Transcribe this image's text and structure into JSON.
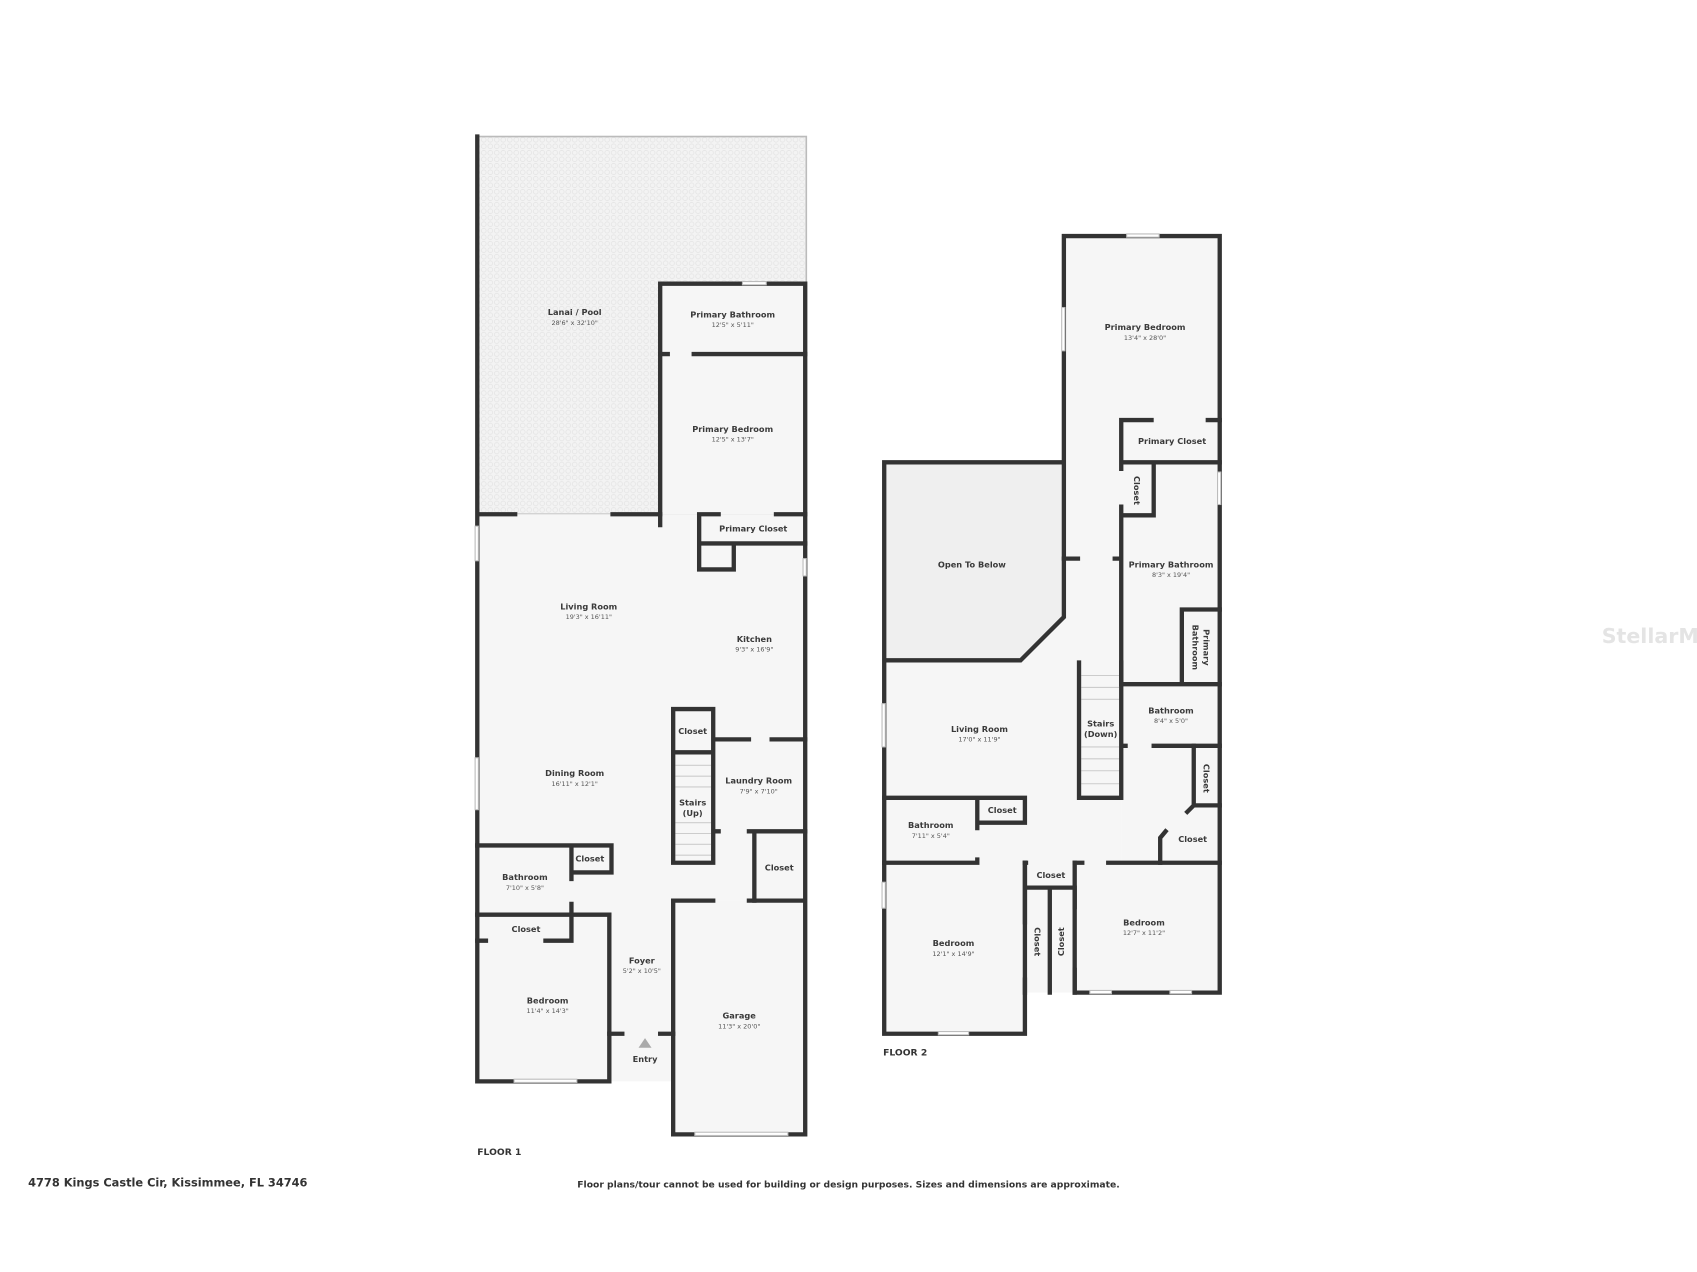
{
  "address": "4778 Kings Castle Cir, Kissimmee, FL 34746",
  "disclaimer": "Floor plans/tour cannot be used for building or design purposes. Sizes and dimensions are approximate.",
  "watermark": "StellarMLS",
  "floor1": {
    "label": "FLOOR 1",
    "entry": "Entry",
    "rooms": [
      {
        "name": "Lanai / Pool",
        "dims": "28'6\" x 32'10\""
      },
      {
        "name": "Primary Bathroom",
        "dims": "12'5\" x 5'11\""
      },
      {
        "name": "Primary Bedroom",
        "dims": "12'5\" x 13'7\""
      },
      {
        "name": "Primary Closet",
        "dims": ""
      },
      {
        "name": "Living Room",
        "dims": "19'3\" x 16'11\""
      },
      {
        "name": "Kitchen",
        "dims": "9'3\" x 16'9\""
      },
      {
        "name": "Closet",
        "dims": ""
      },
      {
        "name": "Dining Room",
        "dims": "16'11\" x 12'1\""
      },
      {
        "name": "Laundry Room",
        "dims": "7'9\" x 7'10\""
      },
      {
        "name": "Stairs",
        "dims": "(Up)"
      },
      {
        "name": "Closet",
        "dims": ""
      },
      {
        "name": "Bathroom",
        "dims": "7'10\" x 5'8\""
      },
      {
        "name": "Closet",
        "dims": ""
      },
      {
        "name": "Closet",
        "dims": ""
      },
      {
        "name": "Foyer",
        "dims": "5'2\" x 10'5\""
      },
      {
        "name": "Bedroom",
        "dims": "11'4\" x 14'3\""
      },
      {
        "name": "Garage",
        "dims": "11'3\" x 20'0\""
      }
    ]
  },
  "floor2": {
    "label": "FLOOR 2",
    "rooms": [
      {
        "name": "Primary Bedroom",
        "dims": "13'4\" x 28'0\""
      },
      {
        "name": "Primary Closet",
        "dims": ""
      },
      {
        "name": "Closet",
        "dims": ""
      },
      {
        "name": "Open To Below",
        "dims": ""
      },
      {
        "name": "Primary Bathroom",
        "dims": "8'3\" x 19'4\""
      },
      {
        "name": "Primary",
        "dims": "Bathroom"
      },
      {
        "name": "Living Room",
        "dims": "17'0\" x 11'9\""
      },
      {
        "name": "Stairs",
        "dims": "(Down)"
      },
      {
        "name": "Bathroom",
        "dims": "8'4\" x 5'0\""
      },
      {
        "name": "Closet",
        "dims": ""
      },
      {
        "name": "Bathroom",
        "dims": "7'11\" x 5'4\""
      },
      {
        "name": "Closet",
        "dims": ""
      },
      {
        "name": "Closet",
        "dims": ""
      },
      {
        "name": "Closet",
        "dims": ""
      },
      {
        "name": "Bedroom",
        "dims": "12'1\" x 14'9\""
      },
      {
        "name": "Closet",
        "dims": ""
      },
      {
        "name": "Closet",
        "dims": ""
      },
      {
        "name": "Bedroom",
        "dims": "12'7\" x 11'2\""
      }
    ]
  }
}
